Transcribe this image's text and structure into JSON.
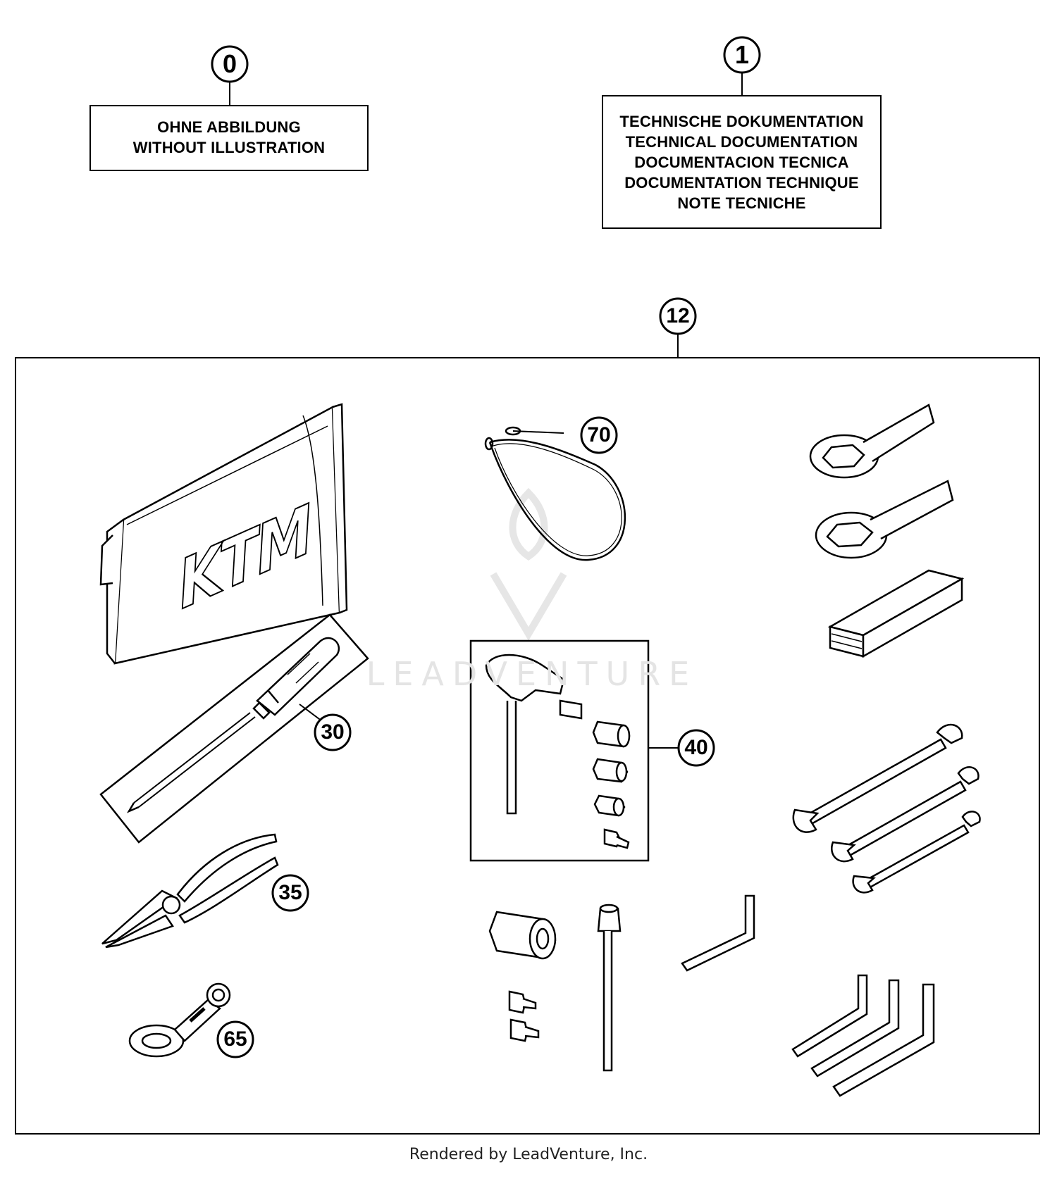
{
  "callouts": {
    "c0": "0",
    "c1": "1",
    "c12": "12",
    "c70": "70",
    "c30": "30",
    "c40": "40",
    "c35": "35",
    "c65": "65"
  },
  "label_boxes": {
    "without_illustration": {
      "lines": [
        "OHNE ABBILDUNG",
        "WITHOUT ILLUSTRATION"
      ]
    },
    "technical_documentation": {
      "lines": [
        "TECHNISCHE DOKUMENTATION",
        "TECHNICAL DOCUMENTATION",
        "DOCUMENTACION TECNICA",
        "DOCUMENTATION TECHNIQUE",
        "NOTE TECNICHE"
      ]
    }
  },
  "bag_logo": "KTM",
  "watermark": "LEADVENTURE",
  "footer": "Rendered by LeadVenture, Inc."
}
